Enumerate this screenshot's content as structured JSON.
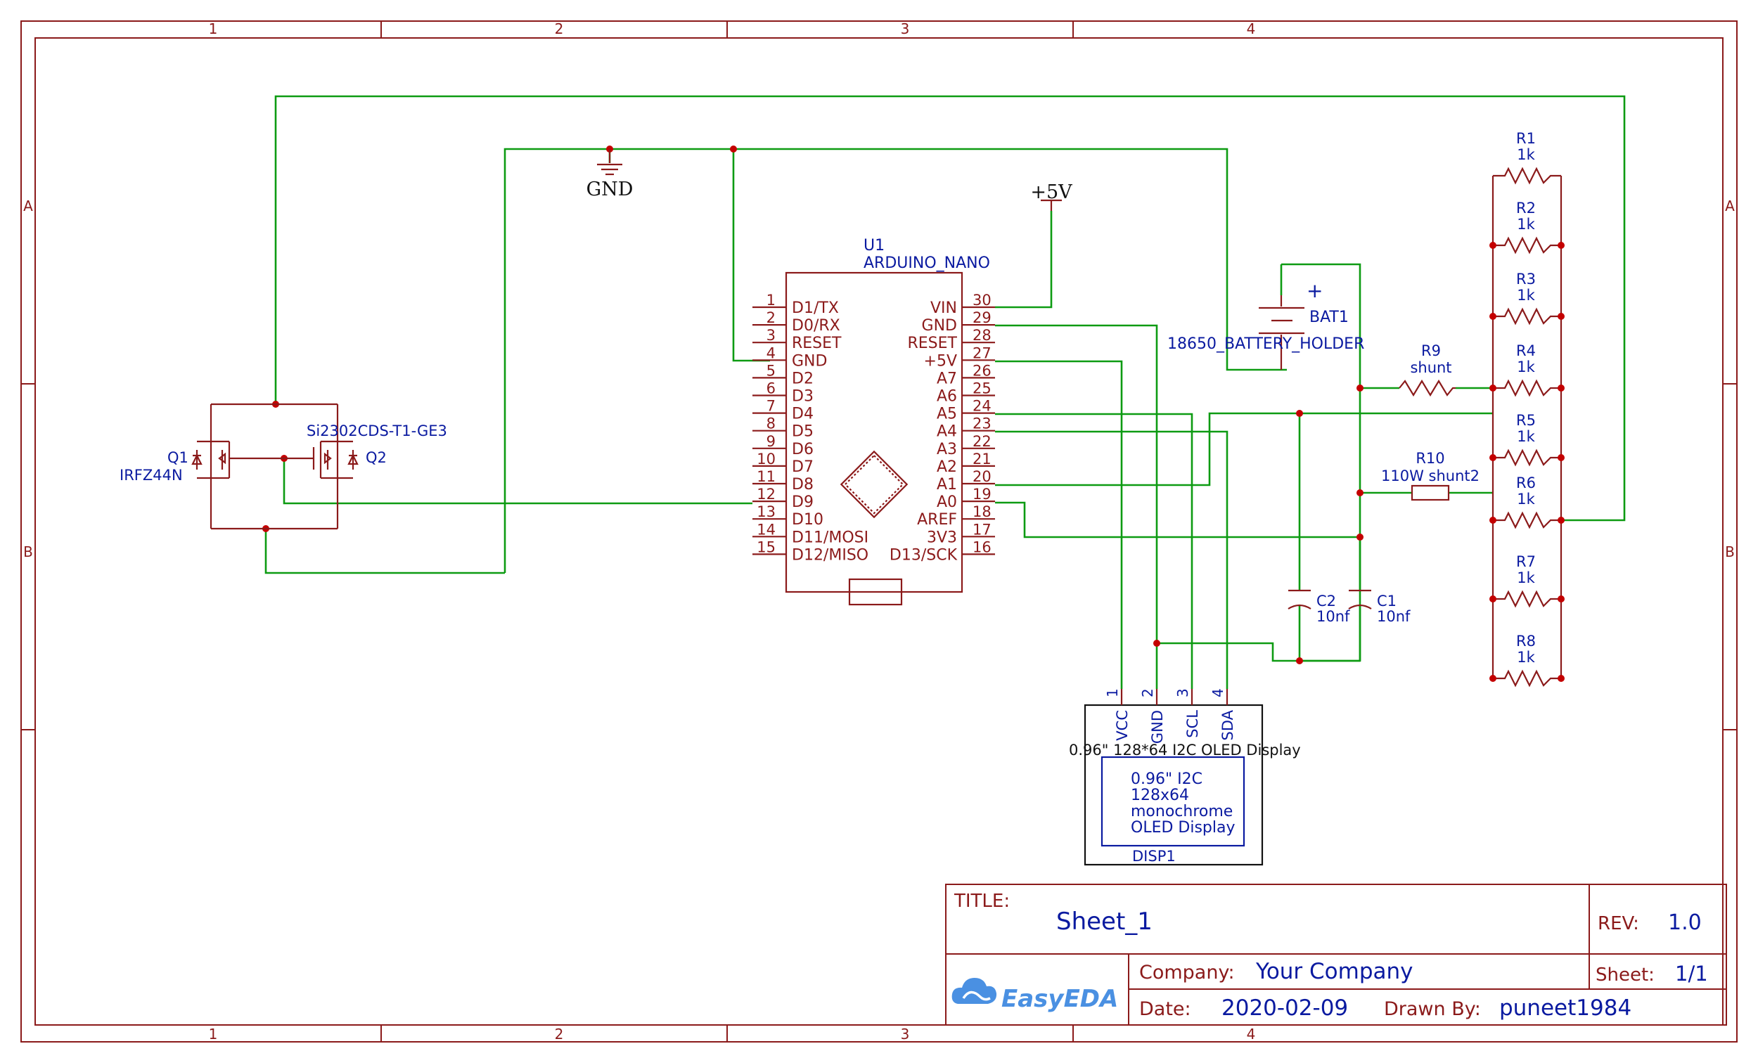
{
  "frame": {
    "columns": [
      "1",
      "2",
      "3",
      "4"
    ],
    "rows": [
      "A",
      "B"
    ]
  },
  "title_block": {
    "title_label": "TITLE:",
    "title_value": "Sheet_1",
    "rev_label": "REV:",
    "rev_value": "1.0",
    "company_label": "Company:",
    "company_value": "Your Company",
    "sheet_label": "Sheet:",
    "sheet_value": "1/1",
    "date_label": "Date:",
    "date_value": "2020-02-09",
    "drawn_by_label": "Drawn By:",
    "drawn_by_value": "puneet1984",
    "logo_text": "EasyEDA"
  },
  "power": {
    "gnd_label": "GND",
    "vcc_label": "+5V"
  },
  "arduino": {
    "ref": "U1",
    "name": "ARDUINO_NANO",
    "left_pins": [
      {
        "num": "1",
        "name": "D1/TX"
      },
      {
        "num": "2",
        "name": "D0/RX"
      },
      {
        "num": "3",
        "name": "RESET"
      },
      {
        "num": "4",
        "name": "GND"
      },
      {
        "num": "5",
        "name": "D2"
      },
      {
        "num": "6",
        "name": "D3"
      },
      {
        "num": "7",
        "name": "D4"
      },
      {
        "num": "8",
        "name": "D5"
      },
      {
        "num": "9",
        "name": "D6"
      },
      {
        "num": "10",
        "name": "D7"
      },
      {
        "num": "11",
        "name": "D8"
      },
      {
        "num": "12",
        "name": "D9"
      },
      {
        "num": "13",
        "name": "D10"
      },
      {
        "num": "14",
        "name": "D11/MOSI"
      },
      {
        "num": "15",
        "name": "D12/MISO"
      }
    ],
    "right_pins": [
      {
        "num": "30",
        "name": "VIN"
      },
      {
        "num": "29",
        "name": "GND"
      },
      {
        "num": "28",
        "name": "RESET"
      },
      {
        "num": "27",
        "name": "+5V"
      },
      {
        "num": "26",
        "name": "A7"
      },
      {
        "num": "25",
        "name": "A6"
      },
      {
        "num": "24",
        "name": "A5"
      },
      {
        "num": "23",
        "name": "A4"
      },
      {
        "num": "22",
        "name": "A3"
      },
      {
        "num": "21",
        "name": "A2"
      },
      {
        "num": "20",
        "name": "A1"
      },
      {
        "num": "19",
        "name": "A0"
      },
      {
        "num": "18",
        "name": "AREF"
      },
      {
        "num": "17",
        "name": "3V3"
      },
      {
        "num": "16",
        "name": "D13/SCK"
      }
    ]
  },
  "battery": {
    "ref": "BAT1",
    "name": "18650_BATTERY_HOLDER",
    "plus": "+"
  },
  "resistors": [
    {
      "ref": "R1",
      "value": "1k"
    },
    {
      "ref": "R2",
      "value": "1k"
    },
    {
      "ref": "R3",
      "value": "1k"
    },
    {
      "ref": "R4",
      "value": "1k"
    },
    {
      "ref": "R5",
      "value": "1k"
    },
    {
      "ref": "R6",
      "value": "1k"
    },
    {
      "ref": "R7",
      "value": "1k"
    },
    {
      "ref": "R8",
      "value": "1k"
    },
    {
      "ref": "R9",
      "value": "shunt"
    },
    {
      "ref": "R10",
      "value": "110W shunt2"
    }
  ],
  "capacitors": [
    {
      "ref": "C1",
      "value": "10nf"
    },
    {
      "ref": "C2",
      "value": "10nf"
    }
  ],
  "mosfets": {
    "q1_ref": "Q1",
    "q1_part": "IRFZ44N",
    "q2_ref": "Q2",
    "q2_part": "Si2302CDS-T1-GE3"
  },
  "display": {
    "ref": "DISP1",
    "title": "0.96\" 128*64 I2C OLED Display",
    "pins": [
      {
        "num": "1",
        "name": "VCC"
      },
      {
        "num": "2",
        "name": "GND"
      },
      {
        "num": "3",
        "name": "SCL"
      },
      {
        "num": "4",
        "name": "SDA"
      }
    ],
    "screen_lines": [
      "0.96\" I2C",
      "128x64",
      "monochrome",
      "OLED Display"
    ]
  }
}
